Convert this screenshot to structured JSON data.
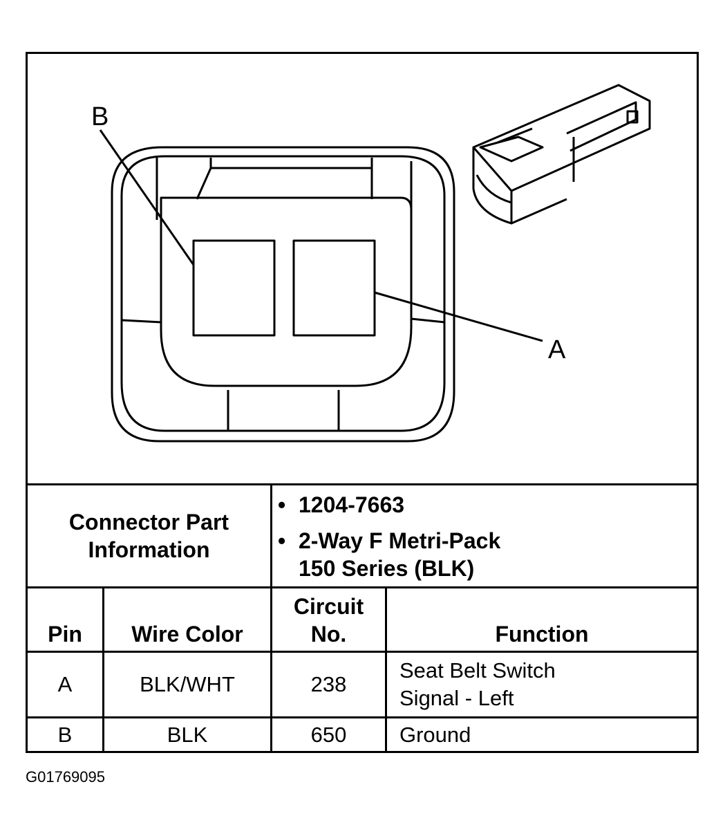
{
  "diagram": {
    "callout_a": "A",
    "callout_b": "B"
  },
  "connector_info": {
    "label": "Connector Part Information",
    "items": [
      "1204-7663",
      "2-Way F Metri-Pack 150 Series (BLK)"
    ]
  },
  "table": {
    "headers": {
      "pin": "Pin",
      "wire_color": "Wire Color",
      "circuit_line1": "Circuit",
      "circuit_line2": "No.",
      "function": "Function"
    },
    "rows": [
      {
        "pin": "A",
        "wire_color": "BLK/WHT",
        "circuit": "238",
        "function_line1": "Seat Belt Switch",
        "function_line2": "Signal - Left"
      },
      {
        "pin": "B",
        "wire_color": "BLK",
        "circuit": "650",
        "function_line1": "Ground",
        "function_line2": ""
      }
    ]
  },
  "figure_code": "G01769095"
}
